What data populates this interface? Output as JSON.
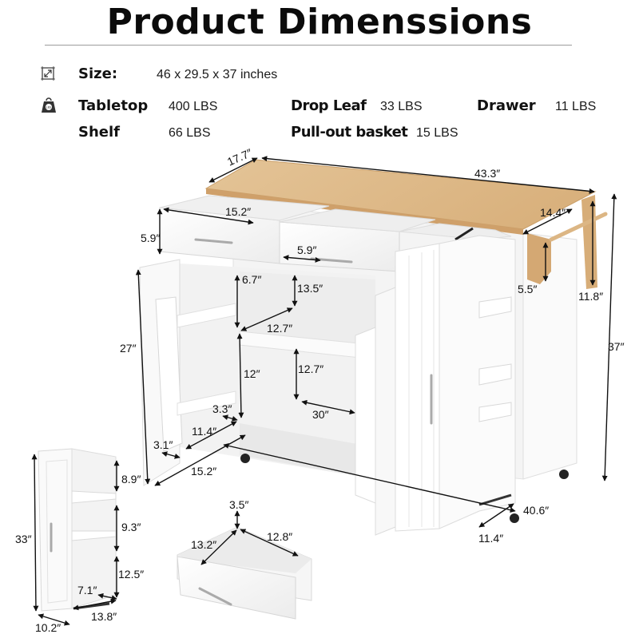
{
  "header": {
    "title": "Product Dimenssions"
  },
  "specs": {
    "size": {
      "icon": "dimensions-icon",
      "label": "Size:",
      "value": "46 x 29.5 x 37 inches"
    },
    "weight_icon": "weight-lbs-icon",
    "weights": [
      {
        "label": "Tabletop",
        "value": "400 LBS"
      },
      {
        "label": "Drop Leaf",
        "value": "33 LBS"
      },
      {
        "label": "Drawer",
        "value": "11 LBS"
      },
      {
        "label": "Shelf",
        "value": "66 LBS"
      },
      {
        "label": "Pull-out basket",
        "value": "15 LBS"
      }
    ]
  },
  "main_cabinet": {
    "dimensions": {
      "top_depth": "17.7″",
      "top_width": "43.3″",
      "drawer_width": "15.2″",
      "drawer_height": "5.9″",
      "drawer_handle": "5.9″",
      "drop_leaf_depth": "14.4″",
      "towel_bar_drop": "5.5″",
      "drop_leaf_height": "11.8″",
      "total_height": "37″",
      "cabinet_height": "27″",
      "upper_left_clearance": "6.7″",
      "upper_right_clearance": "13.5″",
      "shelf_depth": "12.7″",
      "lower_left_clearance": "12″",
      "lower_right_clearance": "12.7″",
      "door_rack_depth": "3.3″",
      "door_rack_width": "11.4″",
      "door_rack_lip": "3.1″",
      "door_width": "15.2″",
      "interior_width": "30″",
      "base_width": "40.6″",
      "pullout_depth": "11.4″"
    }
  },
  "pullout_basket": {
    "dimensions": {
      "height": "33″",
      "shelf_1": "8.9″",
      "shelf_2": "9.3″",
      "shelf_3": "12.5″",
      "inner_depth": "7.1″",
      "depth": "13.8″",
      "width": "10.2″"
    }
  },
  "drawer_detail": {
    "dimensions": {
      "height": "3.5″",
      "depth": "13.2″",
      "width": "12.8″"
    }
  },
  "colors": {
    "wood": "#dcb684",
    "wood_dark": "#c99e68",
    "cabinet_white": "#f7f7f7",
    "shadow": "#e2e2e2",
    "arrow": "#111111"
  }
}
